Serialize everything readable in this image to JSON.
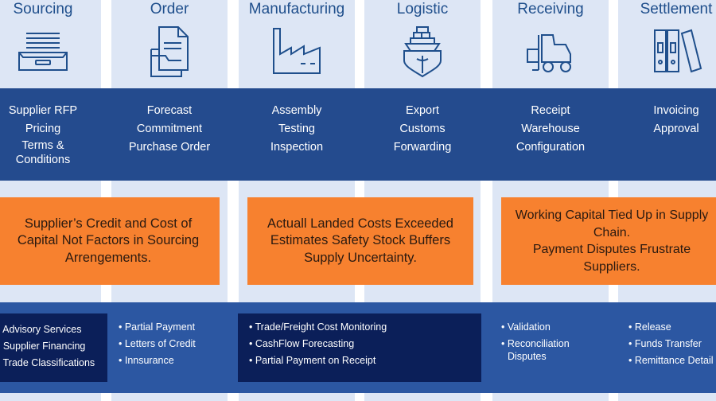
{
  "stages": [
    {
      "title": "Sourcing",
      "icon": "inbox-tray-icon",
      "activities": [
        "Supplier RFP",
        "Pricing",
        "Terms &",
        "Conditions"
      ]
    },
    {
      "title": "Order",
      "icon": "documents-icon",
      "activities": [
        "Forecast",
        "Commitment",
        "Purchase Order"
      ]
    },
    {
      "title": "Manufacturing",
      "icon": "factory-icon",
      "activities": [
        "Assembly",
        "Testing",
        "Inspection"
      ]
    },
    {
      "title": "Logistic",
      "icon": "cargo-ship-icon",
      "activities": [
        "Export",
        "Customs",
        "Forwarding"
      ]
    },
    {
      "title": "Receiving",
      "icon": "forklift-icon",
      "activities": [
        "Receipt",
        "Warehouse",
        "Configuration"
      ]
    },
    {
      "title": "Settlement",
      "icon": "binders-icon",
      "activities": [
        "Invoicing",
        "Approval"
      ]
    }
  ],
  "issues": [
    {
      "lines": [
        "Supplier’s Credit and Cost of",
        "Capital Not Factors in Sourcing",
        "Arrengements."
      ]
    },
    {
      "lines": [
        "Actuall Landed Costs Exceeded",
        "Estimates Safety Stock Buffers",
        "Supply Uncertainty."
      ]
    },
    {
      "lines": [
        "Working Capital Tied Up in Supply",
        "Chain.",
        "Payment Disputes Frustrate",
        "Suppliers."
      ]
    }
  ],
  "finance": {
    "sourcing": [
      "• Advisory Services",
      "• Supplier Financing",
      "• Trade Classifications"
    ],
    "order": [
      "• Partial Payment",
      "• Letters of Credit",
      "• Innsurance"
    ],
    "manufacturing_logistic": [
      "• Trade/Freight Cost Monitoring",
      "• CashFlow Forecasting",
      "• Partial Payment on Receipt"
    ],
    "receiving": [
      "• Validation",
      "• Reconciliation",
      "Disputes"
    ],
    "settlement": [
      "• Release",
      "• Funds Transfer",
      "• Remittance Detail"
    ]
  },
  "colors": {
    "column_bg": "#dde6f5",
    "title_text": "#1f4f8c",
    "activity_band": "#244b8e",
    "issue_box": "#f7812f",
    "finance_band": "#2c57a2",
    "finance_dark_box": "#0b1f59"
  }
}
